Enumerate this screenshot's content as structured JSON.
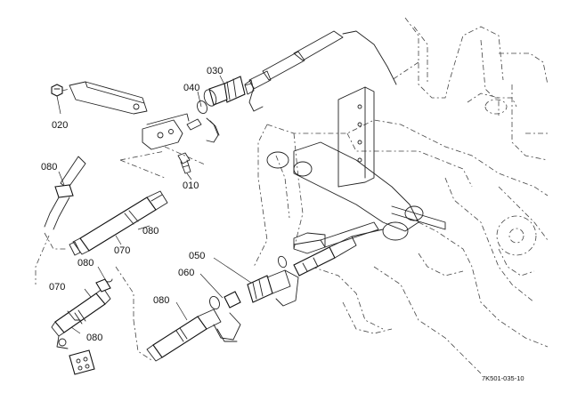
{
  "part_labels": {
    "p020": "020",
    "p040": "040",
    "p030": "030",
    "p010": "010",
    "p080_a": "080",
    "p070_a": "070",
    "p080_b": "080",
    "p050": "050",
    "p060": "060",
    "p080_c": "080",
    "p070_b": "070",
    "p080_d": "080",
    "p080_e": "080"
  },
  "diagram_code": "7K501-035-10",
  "colors": {
    "line": "#222222",
    "background": "#ffffff"
  }
}
